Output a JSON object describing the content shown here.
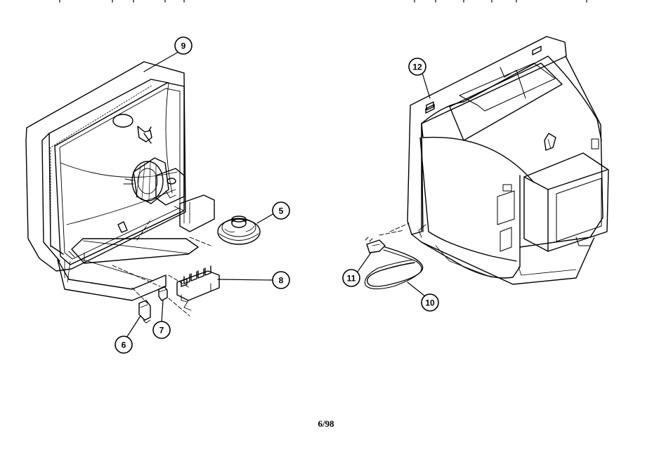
{
  "callouts": {
    "c5": "5",
    "c6": "6",
    "c7": "7",
    "c8": "8",
    "c9": "9",
    "c10": "10",
    "c11": "11",
    "c12": "12"
  },
  "footer": {
    "page_ref": "6/98"
  },
  "colors": {
    "line": "#000000",
    "background": "#ffffff"
  }
}
